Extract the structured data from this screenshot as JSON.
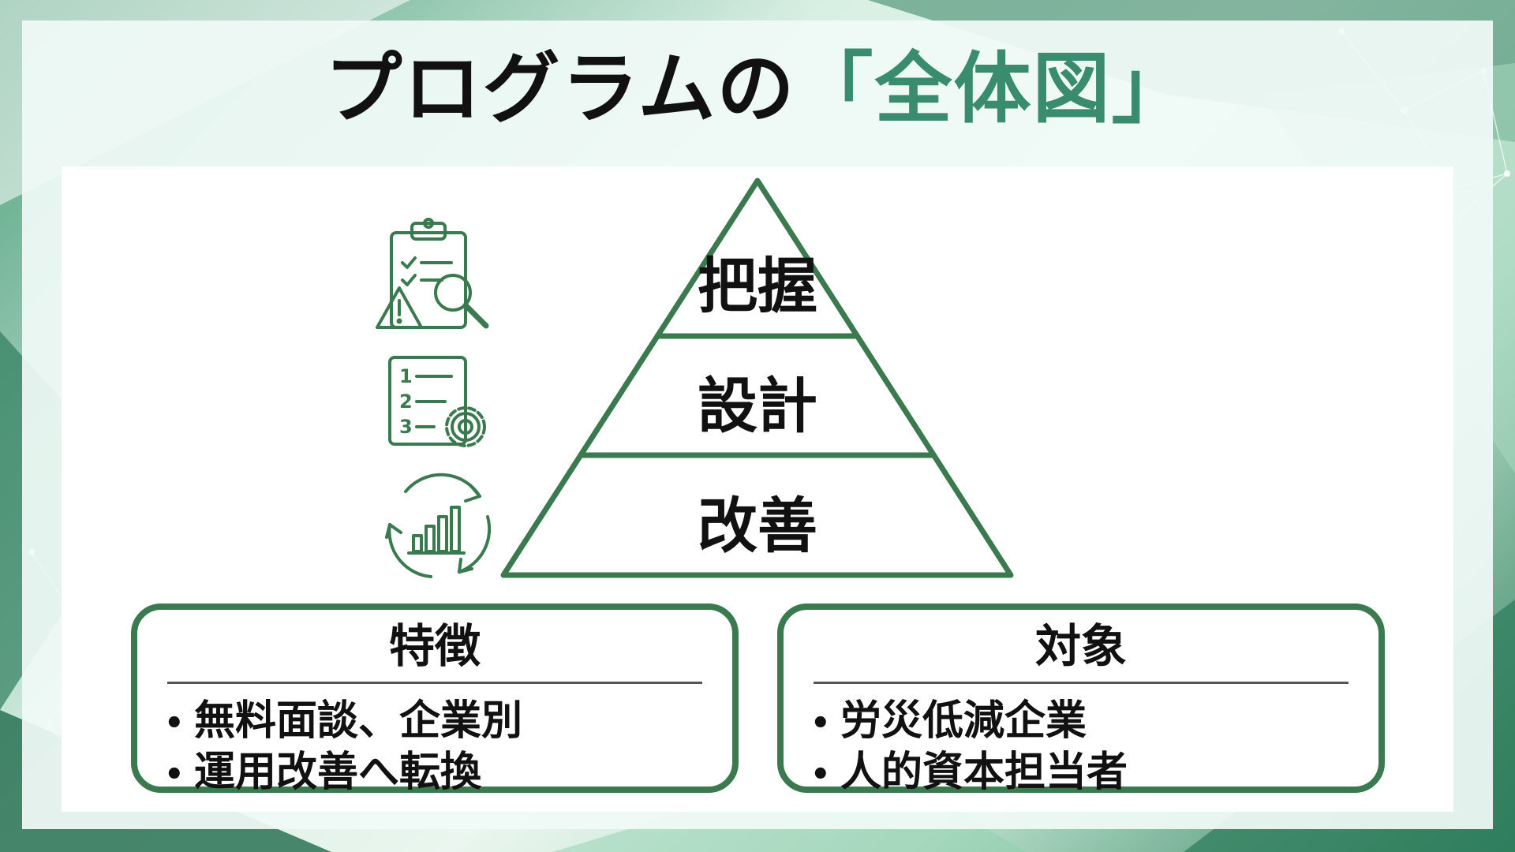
{
  "title": {
    "prefix": "プログラムの",
    "accent": "「全体図」"
  },
  "pyramid": {
    "levels": [
      {
        "label": "把握",
        "icon": "clipboard-checklist-magnifier-icon"
      },
      {
        "label": "設計",
        "icon": "numbered-list-gear-icon"
      },
      {
        "label": "改善",
        "icon": "cycle-bar-chart-icon"
      }
    ]
  },
  "features": {
    "heading": "特徴",
    "items": [
      "無料面談、企業別",
      "運用改善へ転換"
    ]
  },
  "targets": {
    "heading": "対象",
    "items": [
      "労災低減企業",
      "人的資本担当者"
    ]
  },
  "colors": {
    "accent": "#3a8c6e",
    "outline": "#3a7a4e",
    "background": "#d8efe3"
  }
}
